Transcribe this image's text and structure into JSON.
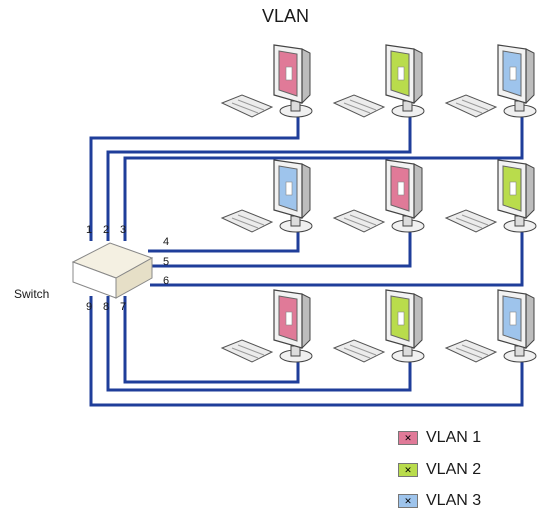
{
  "title": "VLAN",
  "switch": {
    "label": "Switch",
    "ports": [
      "1",
      "2",
      "3",
      "4",
      "5",
      "6",
      "7",
      "8",
      "9"
    ]
  },
  "colors": {
    "vlan1": "#e07a98",
    "vlan2": "#b9dc4c",
    "vlan3": "#9ec4ec",
    "cable": "#1f3e9a"
  },
  "workstations": [
    {
      "vlan": "vlan1"
    },
    {
      "vlan": "vlan2"
    },
    {
      "vlan": "vlan3"
    },
    {
      "vlan": "vlan3"
    },
    {
      "vlan": "vlan1"
    },
    {
      "vlan": "vlan2"
    },
    {
      "vlan": "vlan1"
    },
    {
      "vlan": "vlan2"
    },
    {
      "vlan": "vlan3"
    }
  ],
  "legend": [
    {
      "label": "VLAN 1",
      "vlan": "vlan1"
    },
    {
      "label": "VLAN 2",
      "vlan": "vlan2"
    },
    {
      "label": "VLAN 3",
      "vlan": "vlan3"
    }
  ]
}
